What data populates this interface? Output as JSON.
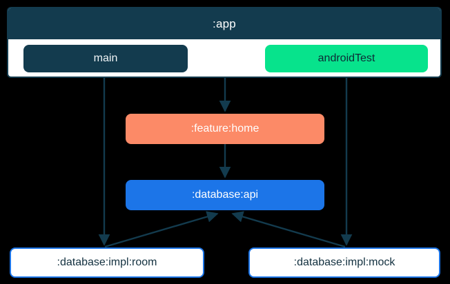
{
  "diagram": {
    "type": "module-dependency-graph",
    "background_color": "#000000",
    "edge_color": "#133B4E",
    "subgraph": {
      "title": ":app",
      "header_color": "#133B4E",
      "body_color": "#FFFFFF",
      "border_color": "#133B4E",
      "source_sets": [
        {
          "id": "main",
          "label": "main",
          "fill": "#133B4E",
          "text_color": "#F1F5F7"
        },
        {
          "id": "androidTest",
          "label": "androidTest",
          "fill": "#07E38C",
          "text_color": "#0E2A36"
        }
      ]
    },
    "nodes": [
      {
        "id": "feature-home",
        "label": ":feature:home",
        "fill": "#FC8A67",
        "text_color": "#FFFFFF"
      },
      {
        "id": "database-api",
        "label": ":database:api",
        "fill": "#1C75E8",
        "text_color": "#FFFFFF"
      },
      {
        "id": "database-impl-room",
        "label": ":database:impl:room",
        "fill": "#FFFFFF",
        "text_color": "#12303F",
        "border": "#1C75E8"
      },
      {
        "id": "database-impl-mock",
        "label": ":database:impl:mock",
        "fill": "#FFFFFF",
        "text_color": "#12303F",
        "border": "#1C75E8"
      }
    ],
    "edges": [
      {
        "from": "main",
        "to": "database-impl-room"
      },
      {
        "from": "main",
        "to": "feature-home"
      },
      {
        "from": "androidTest",
        "to": "database-impl-mock"
      },
      {
        "from": "feature-home",
        "to": "database-api"
      },
      {
        "from": "database-impl-room",
        "to": "database-api"
      },
      {
        "from": "database-impl-mock",
        "to": "database-api"
      }
    ]
  }
}
